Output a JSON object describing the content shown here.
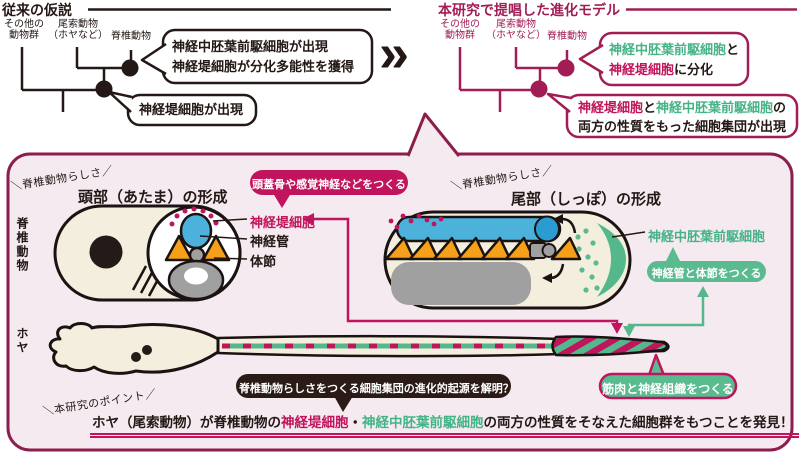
{
  "colors": {
    "magenta_accent": "#c0155c",
    "magenta_dark": "#8a1e4d",
    "tree_magenta": "#a21d55",
    "green_accent": "#54b88c",
    "green_text": "#45b388",
    "blue": "#4cb2dc",
    "blue_dark": "#2b9cd1",
    "orange": "#f6a019",
    "gray": "#a0a0a1",
    "cream": "#f4eede",
    "panel_pink": "#f6eaf1",
    "ink": "#231815",
    "dark_badge": "#2b1b17"
  },
  "icons": {
    "double_chevron": "»"
  },
  "legacy": {
    "title": "従来の仮説",
    "labels": {
      "other_1": "その他の",
      "other_2": "動物群",
      "tunicate_1": "尾索動物",
      "tunicate_2": "（ホヤなど）",
      "vertebrate": "脊椎動物"
    },
    "bubble_top_1": "神経中胚葉前駆細胞が出現",
    "bubble_top_2": "神経堤細胞が分化多能性を獲得",
    "bubble_bottom": "神経堤細胞が出現"
  },
  "proposed": {
    "title": "本研究で提唱した進化モデル",
    "labels": {
      "other_1": "その他の",
      "other_2": "動物群",
      "tunicate_1": "尾索動物",
      "tunicate_2": "（ホヤなど）",
      "vertebrate": "脊椎動物"
    },
    "bubble_top": {
      "green": "神経中胚葉前駆細胞",
      "and": "と",
      "magenta": "神経堤細胞",
      "suffix": "に分化"
    },
    "bubble_bottom": {
      "magenta": "神経堤細胞",
      "and": "と",
      "green": "神経中胚葉前駆細胞",
      "no": "の",
      "line2": "両方の性質をもった細胞集団が出現"
    }
  },
  "panel": {
    "vertebrate_row_label": "脊椎動物",
    "ascidian_row_label": "ホヤ",
    "head": {
      "tagline": "＼脊椎動物らしさ／",
      "title": "頭部（あたま）の形成",
      "badge": "頭蓋骨や感覚神経などをつくる",
      "label_ncc": "神経堤細胞",
      "label_neural_tube": "神経管",
      "label_somite": "体節"
    },
    "tail": {
      "tagline": "＼脊椎動物らしさ／",
      "title": "尾部（しっぽ）の形成",
      "label_nmp": "神経中胚葉前駆細胞",
      "badge": "神経管と体節をつくる"
    },
    "ascidian": {
      "question_badge": "脊椎動物らしさをつくる細胞集団の進化的起源を解明？",
      "muscle_badge": "筋肉と神経組織をつくる"
    },
    "point": {
      "tagline": "＼本研究のポイント／",
      "lead": "ホヤ（尾索動物）が脊椎動物の",
      "ncc": "神経堤細胞",
      "dot": "・",
      "nmp": "神経中胚葉前駆細胞",
      "rest": "の両方の性質をそなえた細胞群をもつことを発見！"
    }
  }
}
